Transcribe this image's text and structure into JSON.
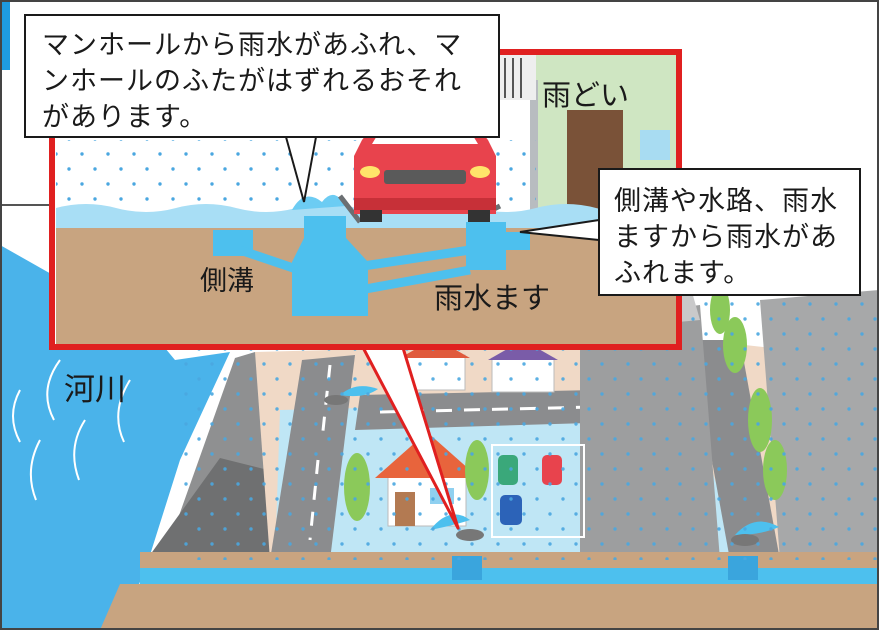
{
  "callouts": {
    "manhole_text": "マンホールから雨水があふれ、マンホールのふたがはずれるおそれがあります。",
    "ditch_text": "側溝や水路、雨水ますから雨水があふれます。"
  },
  "labels": {
    "river": "河川",
    "side_ditch": "側溝",
    "rainwater_basin": "雨水ます",
    "downspout": "雨どい"
  },
  "colors": {
    "frame_red": "#e02020",
    "water_blue": "#4dc0ee",
    "soil_brown": "#c8a480",
    "flood_water": "#a8def5",
    "river_blue": "#34a9e6",
    "car_red": "#e8434d"
  }
}
